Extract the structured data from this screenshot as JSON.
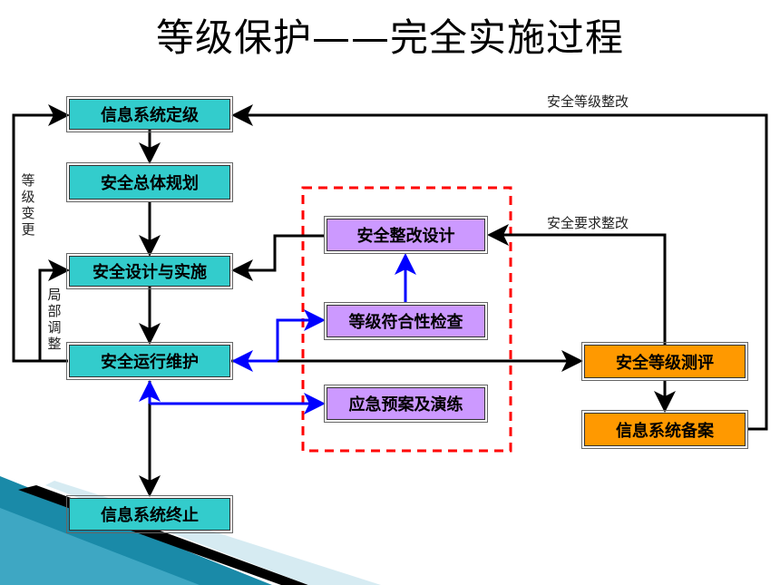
{
  "title": "等级保护——完全实施过程",
  "colors": {
    "teal": "#33cccc",
    "purple": "#cc99ff",
    "orange": "#ff9900",
    "blue_flow": "#0000ff",
    "red_dash": "#ff0000"
  },
  "boxes": {
    "grading": "信息系统定级",
    "planning": "安全总体规划",
    "design_impl": "安全设计与实施",
    "operation": "安全运行维护",
    "termination": "信息系统终止",
    "rectify_design": "安全整改设计",
    "compliance_check": "等级符合性检查",
    "emergency": "应急预案及演练",
    "assessment": "安全等级测评",
    "filing": "信息系统备案"
  },
  "labels": {
    "level_rectify": "安全等级整改",
    "requirement_rectify": "安全要求整改",
    "level_change": [
      "等",
      "级",
      "变",
      "更"
    ],
    "partial_adjust": [
      "局",
      "部",
      "调",
      "整"
    ]
  }
}
